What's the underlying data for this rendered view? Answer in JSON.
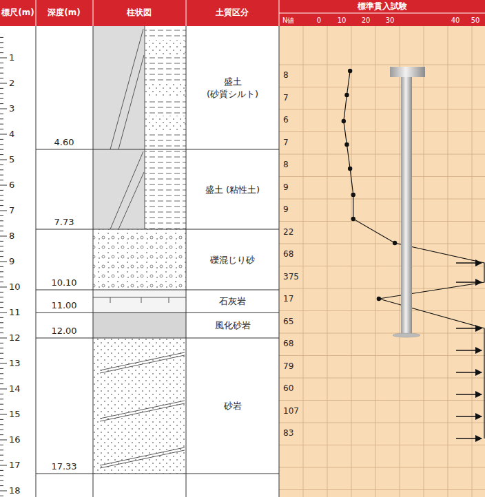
{
  "diagram": {
    "nodes": [
      {
        "text": [
          "盛土 (砂質シルト)"
        ]
      },
      {
        "text": [
          "盛土 (粘性土)"
        ]
      },
      {
        "text": [
          "礫混じり砂"
        ]
      },
      {
        "text": [
          "石灰岩"
        ]
      },
      {
        "text": [
          "風化砂岩"
        ]
      },
      {
        "text": [
          "砂岩"
        ]
      }
    ],
    "labels": [
      "標尺(m)",
      "深度(m)",
      "柱状図",
      "土質区分",
      "標準貫入試験",
      "N値",
      "0",
      "10",
      "20",
      "30",
      "40",
      "50",
      "1",
      "2",
      "3",
      "4",
      "5",
      "6",
      "7",
      "8",
      "9",
      "10",
      "11",
      "12",
      "13",
      "14",
      "15",
      "16",
      "17",
      "18",
      "4.60",
      "7.73",
      "10.10",
      "11.00",
      "12.00",
      "17.33",
      "8",
      "7",
      "6",
      "7",
      "8",
      "9",
      "9",
      "22",
      "68",
      "375",
      "17",
      "65",
      "68",
      "79",
      "60",
      "107",
      "83"
    ]
  }
}
